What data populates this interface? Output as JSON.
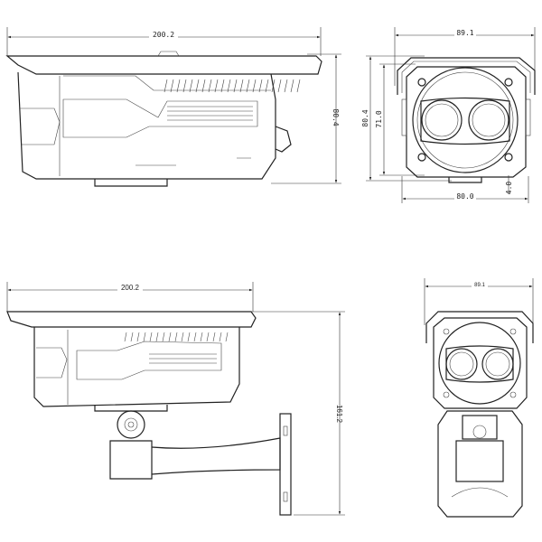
{
  "side_view_top": {
    "length": "200.2",
    "height": "80.4"
  },
  "front_view_top": {
    "width": "89.1",
    "height": "80.4",
    "inner_height": "71.0",
    "body_width": "80.0",
    "base_offset": "4.0"
  },
  "side_view_bracket": {
    "length": "200.2",
    "total_height": "161.2"
  },
  "front_view_bracket": {
    "width": "89.1"
  }
}
